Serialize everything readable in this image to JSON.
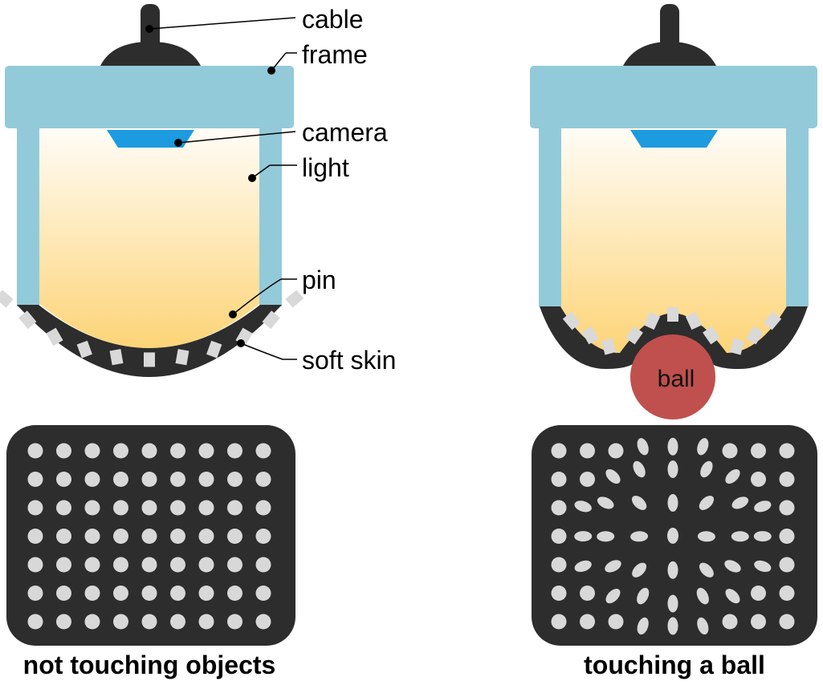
{
  "labels": {
    "cable": "cable",
    "frame": "frame",
    "camera": "camera",
    "light": "light",
    "pin": "pin",
    "soft_skin": "soft skin",
    "ball": "ball"
  },
  "captions": {
    "left": "not touching objects",
    "right": "touching a ball"
  },
  "colors": {
    "frame": "#93cad9",
    "camera": "#1c9be0",
    "skin": "#2d2d2d",
    "pin": "#d9d9d9",
    "ball": "#c0504d",
    "light_top": "#fffdf8",
    "light_bottom": "#fdd477",
    "dot": "#d8d8d8"
  },
  "dot_grid": {
    "columns": 9,
    "rows": 7
  }
}
